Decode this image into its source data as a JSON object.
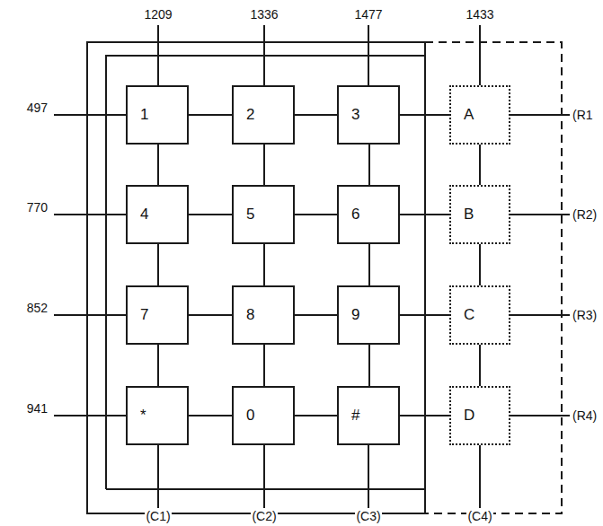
{
  "diagram": {
    "nodes": [
      {
        "text": [
          "1"
        ]
      },
      {
        "text": [
          "2"
        ]
      },
      {
        "text": [
          "3"
        ]
      },
      {
        "text": [
          "A"
        ]
      },
      {
        "text": [
          "4"
        ]
      },
      {
        "text": [
          "5"
        ]
      },
      {
        "text": [
          "6"
        ]
      },
      {
        "text": [
          "B"
        ]
      },
      {
        "text": [
          "7"
        ]
      },
      {
        "text": [
          "8"
        ]
      },
      {
        "text": [
          "9"
        ]
      },
      {
        "text": [
          "C"
        ]
      },
      {
        "text": [
          "*"
        ]
      },
      {
        "text": [
          "0"
        ]
      },
      {
        "text": [
          "#"
        ]
      },
      {
        "text": [
          "D"
        ]
      }
    ],
    "edges": [
      {
        "from": 0,
        "to": 1,
        "arrow": "none"
      },
      {
        "from": 1,
        "to": 2,
        "arrow": "none"
      },
      {
        "from": 2,
        "to": 3,
        "arrow": "none"
      },
      {
        "from": 4,
        "to": 5,
        "arrow": "none"
      },
      {
        "from": 5,
        "to": 6,
        "arrow": "none"
      },
      {
        "from": 6,
        "to": 7,
        "arrow": "none"
      },
      {
        "from": 8,
        "to": 9,
        "arrow": "none"
      },
      {
        "from": 9,
        "to": 10,
        "arrow": "none"
      },
      {
        "from": 10,
        "to": 11,
        "arrow": "none"
      },
      {
        "from": 12,
        "to": 13,
        "arrow": "none"
      },
      {
        "from": 13,
        "to": 14,
        "arrow": "none"
      },
      {
        "from": 14,
        "to": 15,
        "arrow": "none"
      },
      {
        "from": 0,
        "to": 4,
        "arrow": "none"
      },
      {
        "from": 4,
        "to": 8,
        "arrow": "none"
      },
      {
        "from": 8,
        "to": 12,
        "arrow": "none"
      },
      {
        "from": 1,
        "to": 5,
        "arrow": "none"
      },
      {
        "from": 5,
        "to": 9,
        "arrow": "none"
      },
      {
        "from": 9,
        "to": 13,
        "arrow": "none"
      },
      {
        "from": 2,
        "to": 6,
        "arrow": "none"
      },
      {
        "from": 6,
        "to": 10,
        "arrow": "none"
      },
      {
        "from": 10,
        "to": 14,
        "arrow": "none"
      },
      {
        "from": 3,
        "to": 7,
        "arrow": "none"
      },
      {
        "from": 7,
        "to": 11,
        "arrow": "none"
      },
      {
        "from": 11,
        "to": 15,
        "arrow": "none"
      }
    ],
    "labels": [
      "1209",
      "1336",
      "1477",
      "1433",
      "497",
      "770",
      "852",
      "941",
      "(C1)",
      "(C2)",
      "(C3)",
      "(C4)",
      "(R1",
      "(R2)",
      "(R3)",
      "(R4)"
    ]
  }
}
